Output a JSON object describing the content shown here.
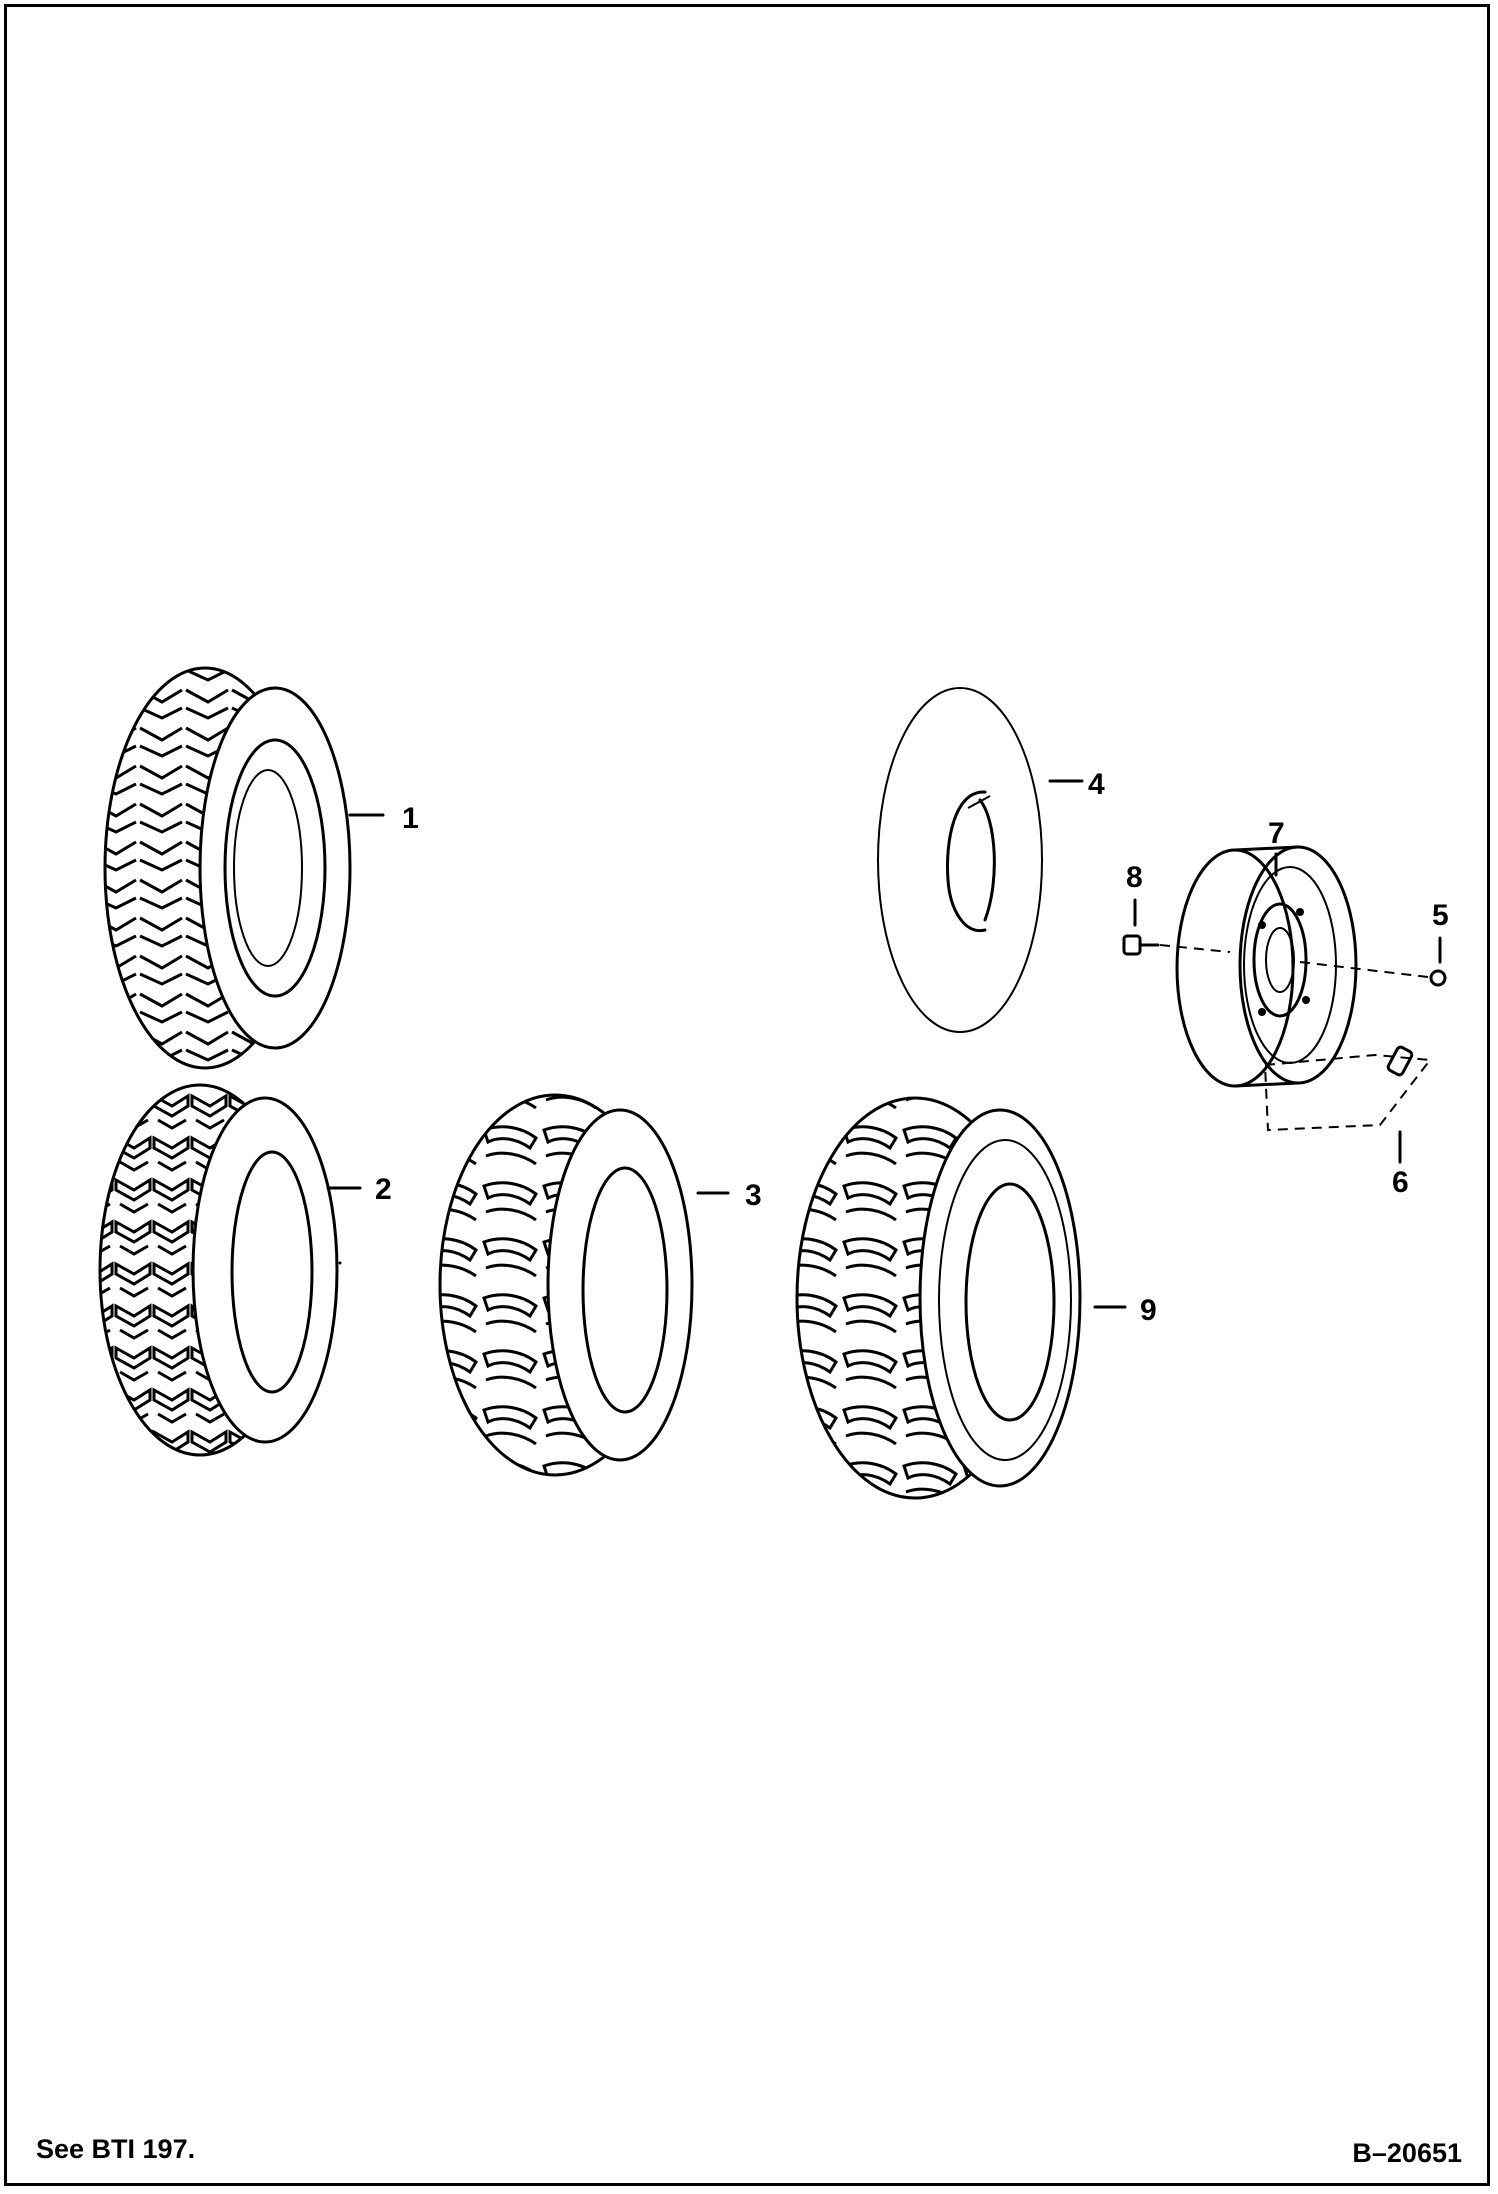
{
  "diagram": {
    "callouts": {
      "c1": "1",
      "c2": "2",
      "c3": "3",
      "c4": "4",
      "c5": "5",
      "c6": "6",
      "c7": "7",
      "c8": "8",
      "c9": "9"
    },
    "footer_left": "See BTI 197.",
    "footer_right": "B–20651"
  },
  "colors": {
    "ink": "#000000",
    "paper": "#ffffff"
  }
}
